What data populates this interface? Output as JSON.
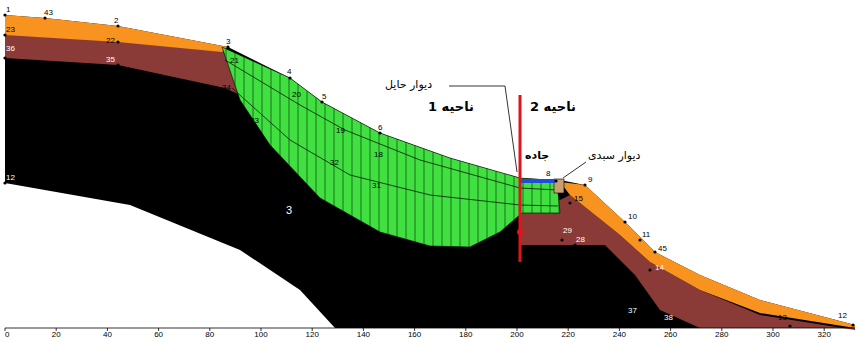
{
  "diagram": {
    "labels": [
      "دیوار حایل",
      "ناحیه 1",
      "ناحیه 2",
      "جاده",
      "دیوار سبدی",
      "1",
      "43",
      "2",
      "23",
      "22",
      "36",
      "35",
      "3",
      "21",
      "34",
      "4",
      "20",
      "5",
      "33",
      "19",
      "6",
      "18",
      "32",
      "31",
      "12",
      "3",
      "8",
      "9",
      "15",
      "29",
      "28",
      "10",
      "11",
      "45",
      "14",
      "37",
      "38",
      "13",
      "12",
      "0",
      "20",
      "40",
      "60",
      "80",
      "100",
      "120",
      "140",
      "160",
      "180",
      "200",
      "220",
      "240",
      "260",
      "280",
      "300",
      "320"
    ]
  }
}
